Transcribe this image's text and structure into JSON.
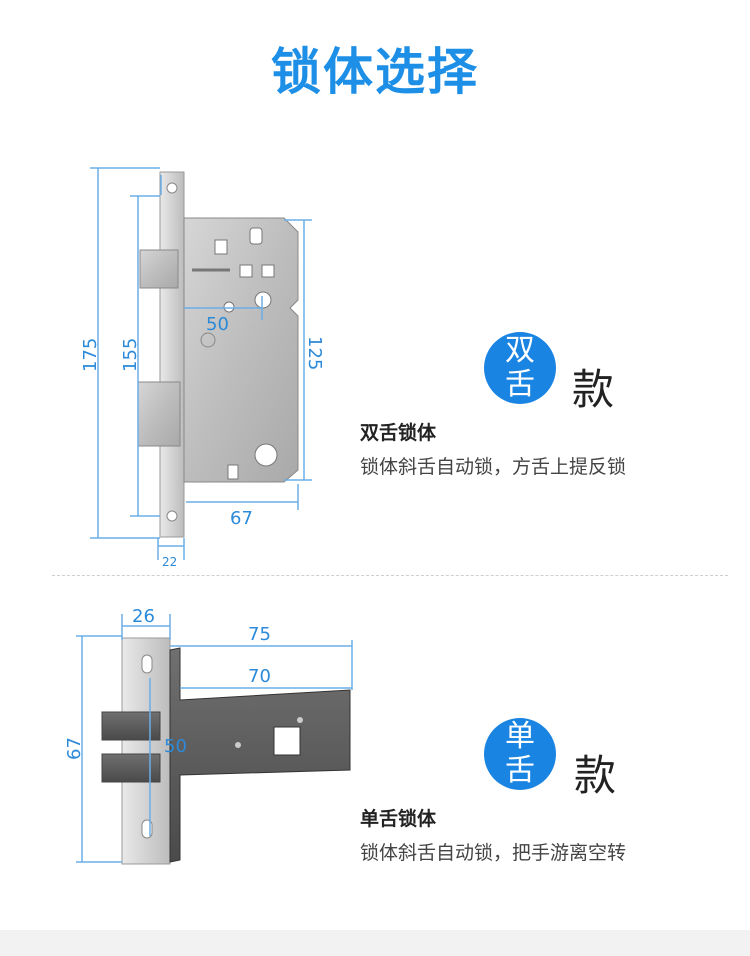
{
  "title": "锁体选择",
  "double": {
    "badge_line1": "双",
    "badge_line2": "舌",
    "badge_suffix": "款",
    "name": "双舌锁体",
    "description": "锁体斜舌自动锁，方舌上提反锁",
    "dims": {
      "total": "175",
      "inner": "155",
      "body": "125",
      "backset": "50",
      "depth": "67",
      "faceplate": "22"
    }
  },
  "single": {
    "badge_line1": "单",
    "badge_line2": "舌",
    "badge_suffix": "款",
    "name": "单舌锁体",
    "description": "锁体斜舌自动锁，把手游离空转",
    "dims": {
      "faceplate": "26",
      "total": "75",
      "body": "70",
      "height": "67",
      "backset": "50"
    }
  }
}
